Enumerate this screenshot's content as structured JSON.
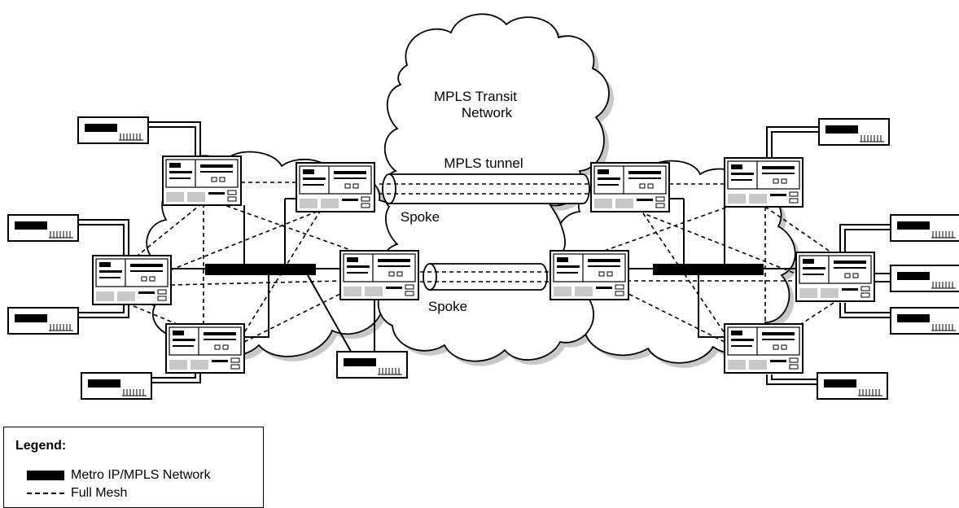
{
  "diagram": {
    "labels": {
      "transit_line1": "MPLS Transit",
      "transit_line2": "Network",
      "tunnel": "MPLS tunnel",
      "spoke_top": "Spoke",
      "spoke_bottom": "Spoke"
    }
  },
  "legend": {
    "title": "Legend:",
    "items": [
      {
        "swatch": "solid-bar",
        "label": "Metro IP/MPLS Network"
      },
      {
        "swatch": "dashed-line",
        "label": "Full Mesh"
      }
    ]
  },
  "colors": {
    "ink": "#000000",
    "cloud_fill": "#ffffff",
    "cloud_shadow": "#c8c8c8",
    "panel_gray": "#c8c8c8"
  }
}
